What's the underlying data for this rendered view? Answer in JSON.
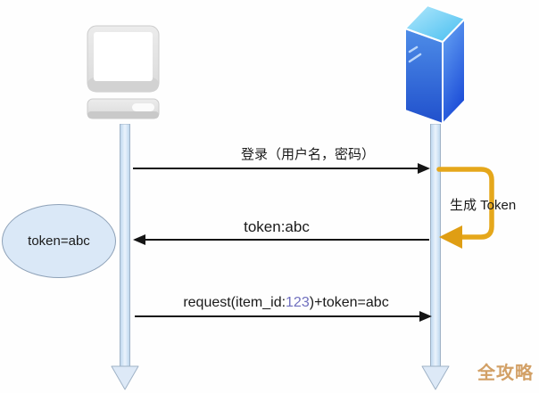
{
  "actors": {
    "client": {
      "icon": "computer-icon"
    },
    "server": {
      "icon": "server-icon"
    }
  },
  "messages": {
    "login": {
      "label": "登录（用户名，密码）",
      "direction": "right"
    },
    "token_response": {
      "label": "token:abc",
      "direction": "left"
    },
    "request": {
      "prefix": "request(item_id:",
      "item_id": "123",
      "suffix": ")+token=abc",
      "direction": "right"
    }
  },
  "server_action": {
    "label": "生成 Token"
  },
  "client_note": {
    "label": "token=abc"
  },
  "watermark": {
    "label": "全攻略"
  },
  "colors": {
    "loop_arrow_orange": "#E5A71B",
    "item_id_highlight": "#6F6FBE",
    "lifeline_fill": "#D6E6F6",
    "lifeline_border": "#9FB2C6",
    "server_blue_light": "#6FD2F7",
    "server_blue_dark": "#2356D6",
    "note_fill": "#DAE8F7",
    "note_border": "#8FA2B8",
    "message_line": "#151515",
    "watermark_color": "#D2A066",
    "computer_gray": "#E2E2E2"
  }
}
